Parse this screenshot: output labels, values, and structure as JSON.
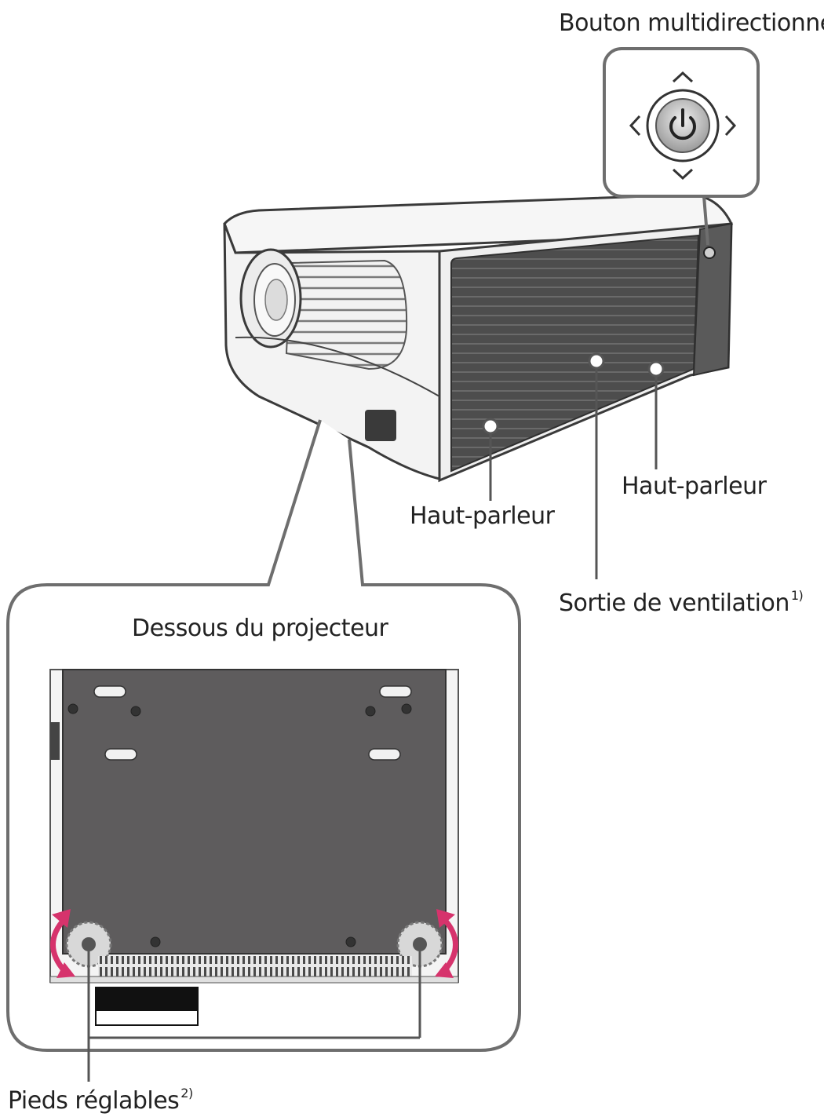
{
  "labels": {
    "multidirectional_button": "Bouton multidirectionnel",
    "speaker_left": "Haut-parleur",
    "speaker_right": "Haut-parleur",
    "ventilation_outlet": "Sortie de ventilation",
    "ventilation_note": "1)",
    "underside_title": "Dessous du projecteur",
    "adjustable_feet": "Pieds réglables",
    "feet_note": "2)"
  },
  "colors": {
    "outline": "#6e6e6e",
    "body_white": "#f4f4f4",
    "grille_dark": "#4d4d4d",
    "underside": "#5e5c5d",
    "accent_arrow": "#d6336c"
  },
  "icons": {
    "power": "power-icon",
    "arrows": [
      "chevron-up-icon",
      "chevron-down-icon",
      "chevron-left-icon",
      "chevron-right-icon"
    ],
    "rotation": "rotate-arrow-icon"
  }
}
